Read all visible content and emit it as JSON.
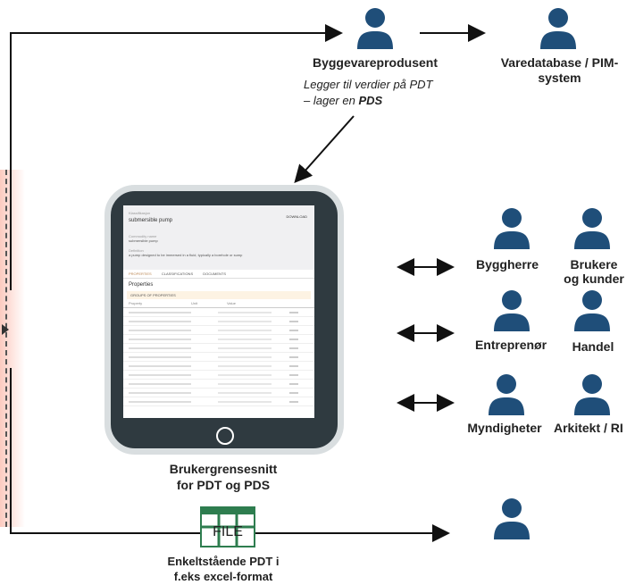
{
  "nodes": {
    "byggevareprodusent": {
      "name": "Byggevareprodusent",
      "note_line1": "Legger til verdier på PDT",
      "note_line2": "– lager en ",
      "note_bold": "PDS"
    },
    "varedatabase_line1": "Varedatabase / PIM-",
    "varedatabase_line2": "system",
    "byggherre": "Byggherre",
    "brukere_line1": "Brukere",
    "brukere_line2": "og kunder",
    "entreprenor": "Entreprenør",
    "handel": "Handel",
    "myndigheter": "Myndigheter",
    "arkitekt": "Arkitekt / RI",
    "ui_line1": "Brukergrensesnitt",
    "ui_line2": "for PDT og PDS",
    "file_line1": "Enkeltstående PDT i",
    "file_line2": "f.eks excel-format",
    "file_icon_text": "FILE"
  },
  "tablet_screen": {
    "product": "submersible pump",
    "download": "DOWNLOAD",
    "tabs": [
      "PROPERTIES",
      "CLASSIFICATIONS",
      "DOCUMENTS"
    ],
    "section": "Properties",
    "filter": "GROUPS OF PROPERTIES",
    "rows": 11
  },
  "colors": {
    "person": "#1f4e79",
    "tablet_body": "#2f3a40",
    "file_green": "#2e7d4f"
  }
}
